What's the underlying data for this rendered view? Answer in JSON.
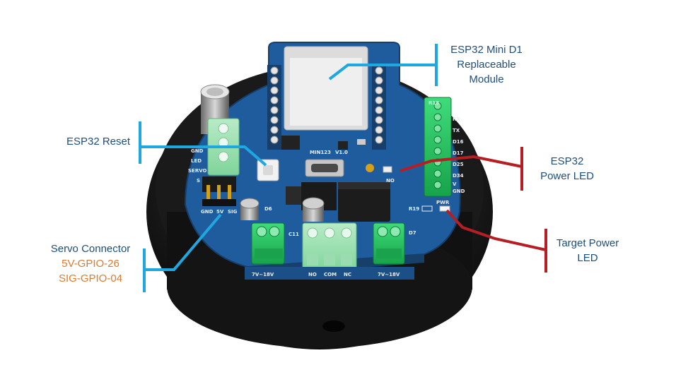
{
  "labels": {
    "esp32_module": [
      "ESP32 Mini D1",
      "Replaceable",
      "Module"
    ],
    "esp32_reset": "ESP32 Reset",
    "esp32_power_led": [
      "ESP32",
      "Power LED"
    ],
    "target_power_led": [
      "Target Power",
      "LED"
    ],
    "servo_connector": {
      "title": "Servo Connector",
      "line2": "5V-GPIO-26",
      "line3": "SIG-GPIO-04"
    }
  },
  "silkscreen": {
    "board_name": "MIN123",
    "version": "V1.0",
    "no": "NO",
    "servo_pins": [
      "GND",
      "5V",
      "SIG"
    ],
    "left_pins": [
      "GND",
      "LED",
      "SERVO",
      "S"
    ],
    "right_pins": [
      "RX",
      "TX",
      "D16",
      "D17",
      "D25",
      "D34",
      "V",
      "GND"
    ],
    "relay_terminals": [
      "NO",
      "COM",
      "NC"
    ],
    "supply_left": "7V~18V",
    "supply_right": "7V~18V",
    "pwr": "PWR",
    "refs": [
      "R18",
      "R19",
      "D6",
      "C11",
      "D7"
    ]
  },
  "colors": {
    "callout_blue": "#1fa8e0",
    "callout_red": "#b51e23",
    "text_blue": "#1f4e79",
    "text_orange": "#e07a2b",
    "pcb_blue": "#1f5c9e",
    "terminal_green": "#22c55e"
  }
}
